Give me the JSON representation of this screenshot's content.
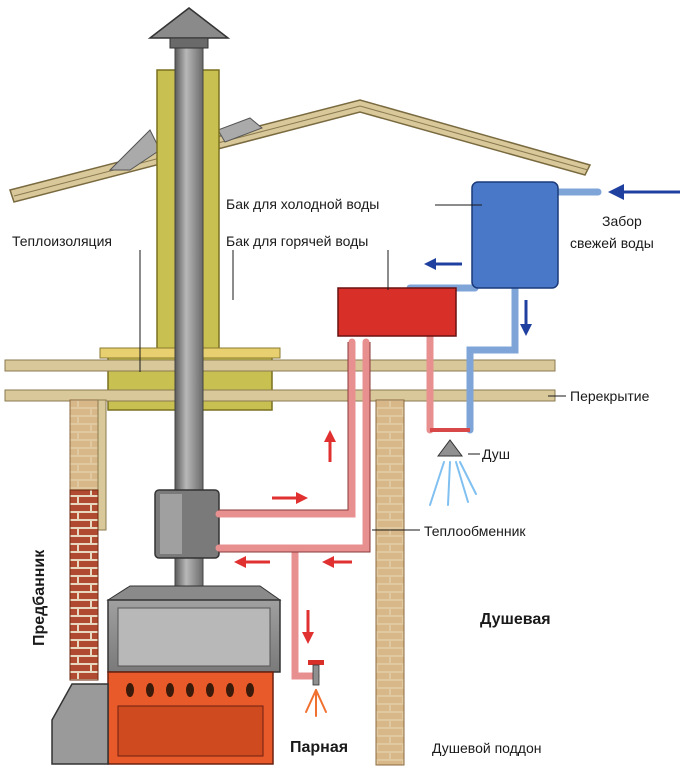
{
  "labels": {
    "insulation": "Теплоизоляция",
    "cold_tank": "Бак для холодной воды",
    "hot_tank": "Бак для горячей воды",
    "intake_line1": "Забор",
    "intake_line2": "свежей воды",
    "floor": "Перекрытие",
    "shower": "Душ",
    "heat_exchanger": "Теплообменник",
    "dressing_room": "Предбанник",
    "shower_room": "Душевая",
    "steam_room": "Парная",
    "shower_tray": "Душевой поддон"
  },
  "colors": {
    "background": "#ffffff",
    "insulation": "#c8c050",
    "roof": "#d8c89a",
    "brick": "#b85a3a",
    "mortar": "#e8d8b8",
    "cold_tank": "#4a78c8",
    "hot_tank": "#d83028",
    "hot_pipe": "#e89090",
    "cold_pipe": "#7fa4d8",
    "chimney": "#8a8a8a",
    "stove_body": "#e85a2a",
    "arrow_red": "#e03030",
    "arrow_blue": "#2040a0"
  }
}
